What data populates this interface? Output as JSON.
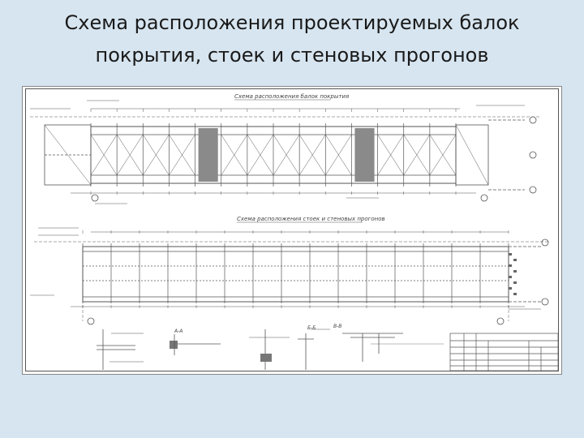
{
  "slide": {
    "title_line1": "Схема расположения проектируемых балок",
    "title_line2": "покрытия, стоек и стеновых прогонов",
    "background": "#d7e5f0"
  },
  "drawing": {
    "plan1_caption": "Схема расположения балок покрытия",
    "plan2_caption": "Схема расположения стоек и стеновых прогонов",
    "section_a": "А-А",
    "section_b": "Б-Б",
    "section_v": "В-В",
    "line_color": "#555555"
  }
}
